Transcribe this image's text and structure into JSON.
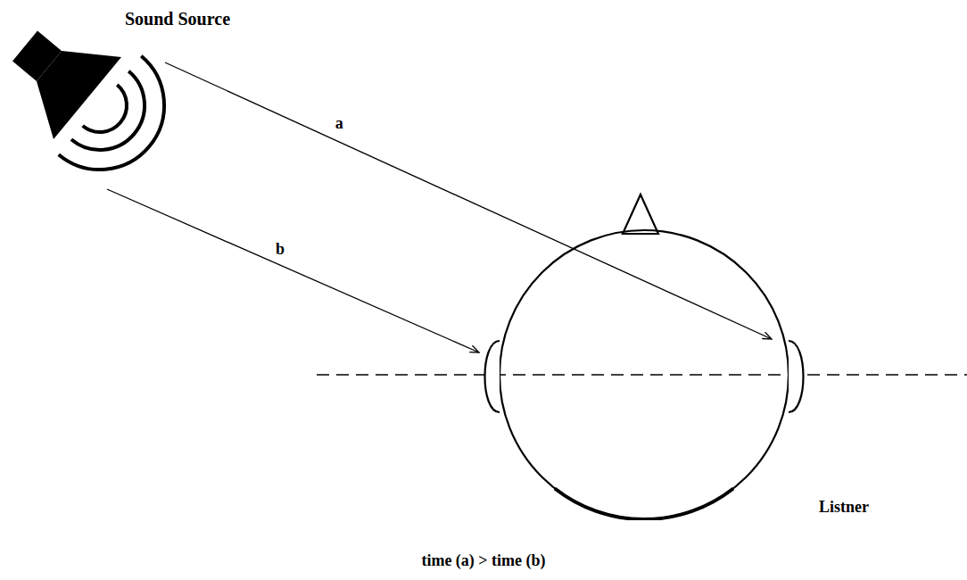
{
  "diagram": {
    "caption": "time (a) > time (b)",
    "nodes": [
      {
        "text": [
          "Sound Source"
        ]
      },
      {
        "text": [
          "Listner"
        ]
      }
    ],
    "edges": [
      {
        "from": 0,
        "to": 1,
        "arrow": "to",
        "label": "a"
      },
      {
        "from": 0,
        "to": 1,
        "arrow": "to",
        "label": "b"
      }
    ]
  }
}
